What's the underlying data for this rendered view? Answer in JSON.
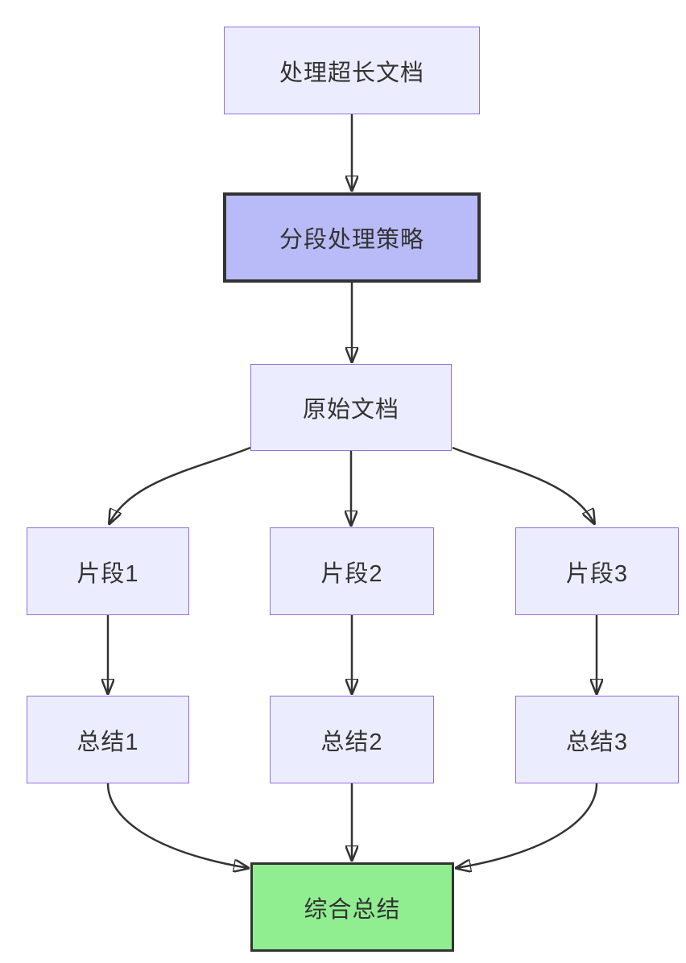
{
  "diagram": {
    "type": "flowchart",
    "direction": "top-down",
    "nodes": [
      {
        "id": "A",
        "label": "处理超长文档",
        "style": "default"
      },
      {
        "id": "B",
        "label": "分段处理策略",
        "style": "accent"
      },
      {
        "id": "C",
        "label": "原始文档",
        "style": "default"
      },
      {
        "id": "D1",
        "label": "片段1",
        "style": "default"
      },
      {
        "id": "D2",
        "label": "片段2",
        "style": "default"
      },
      {
        "id": "D3",
        "label": "片段3",
        "style": "default"
      },
      {
        "id": "S1",
        "label": "总结1",
        "style": "default"
      },
      {
        "id": "S2",
        "label": "总结2",
        "style": "default"
      },
      {
        "id": "S3",
        "label": "总结3",
        "style": "default"
      },
      {
        "id": "F",
        "label": "综合总结",
        "style": "success"
      }
    ],
    "edges": [
      {
        "from": "处理超长文档",
        "to": "分段处理策略"
      },
      {
        "from": "分段处理策略",
        "to": "原始文档"
      },
      {
        "from": "原始文档",
        "to": "片段1"
      },
      {
        "from": "原始文档",
        "to": "片段2"
      },
      {
        "from": "原始文档",
        "to": "片段3"
      },
      {
        "from": "片段1",
        "to": "总结1"
      },
      {
        "from": "片段2",
        "to": "总结2"
      },
      {
        "from": "片段3",
        "to": "总结3"
      },
      {
        "from": "总结1",
        "to": "综合总结"
      },
      {
        "from": "总结2",
        "to": "综合总结"
      },
      {
        "from": "总结3",
        "to": "综合总结"
      }
    ],
    "colors": {
      "background": "#ffffff",
      "node_fill": "#ECECFF",
      "node_border": "#9370DB",
      "accent_fill": "#B9BBF8",
      "accent_border": "#333333",
      "success_fill": "#90EE90",
      "success_border": "#333333",
      "edge_stroke": "#333333",
      "text": "#333333"
    }
  }
}
